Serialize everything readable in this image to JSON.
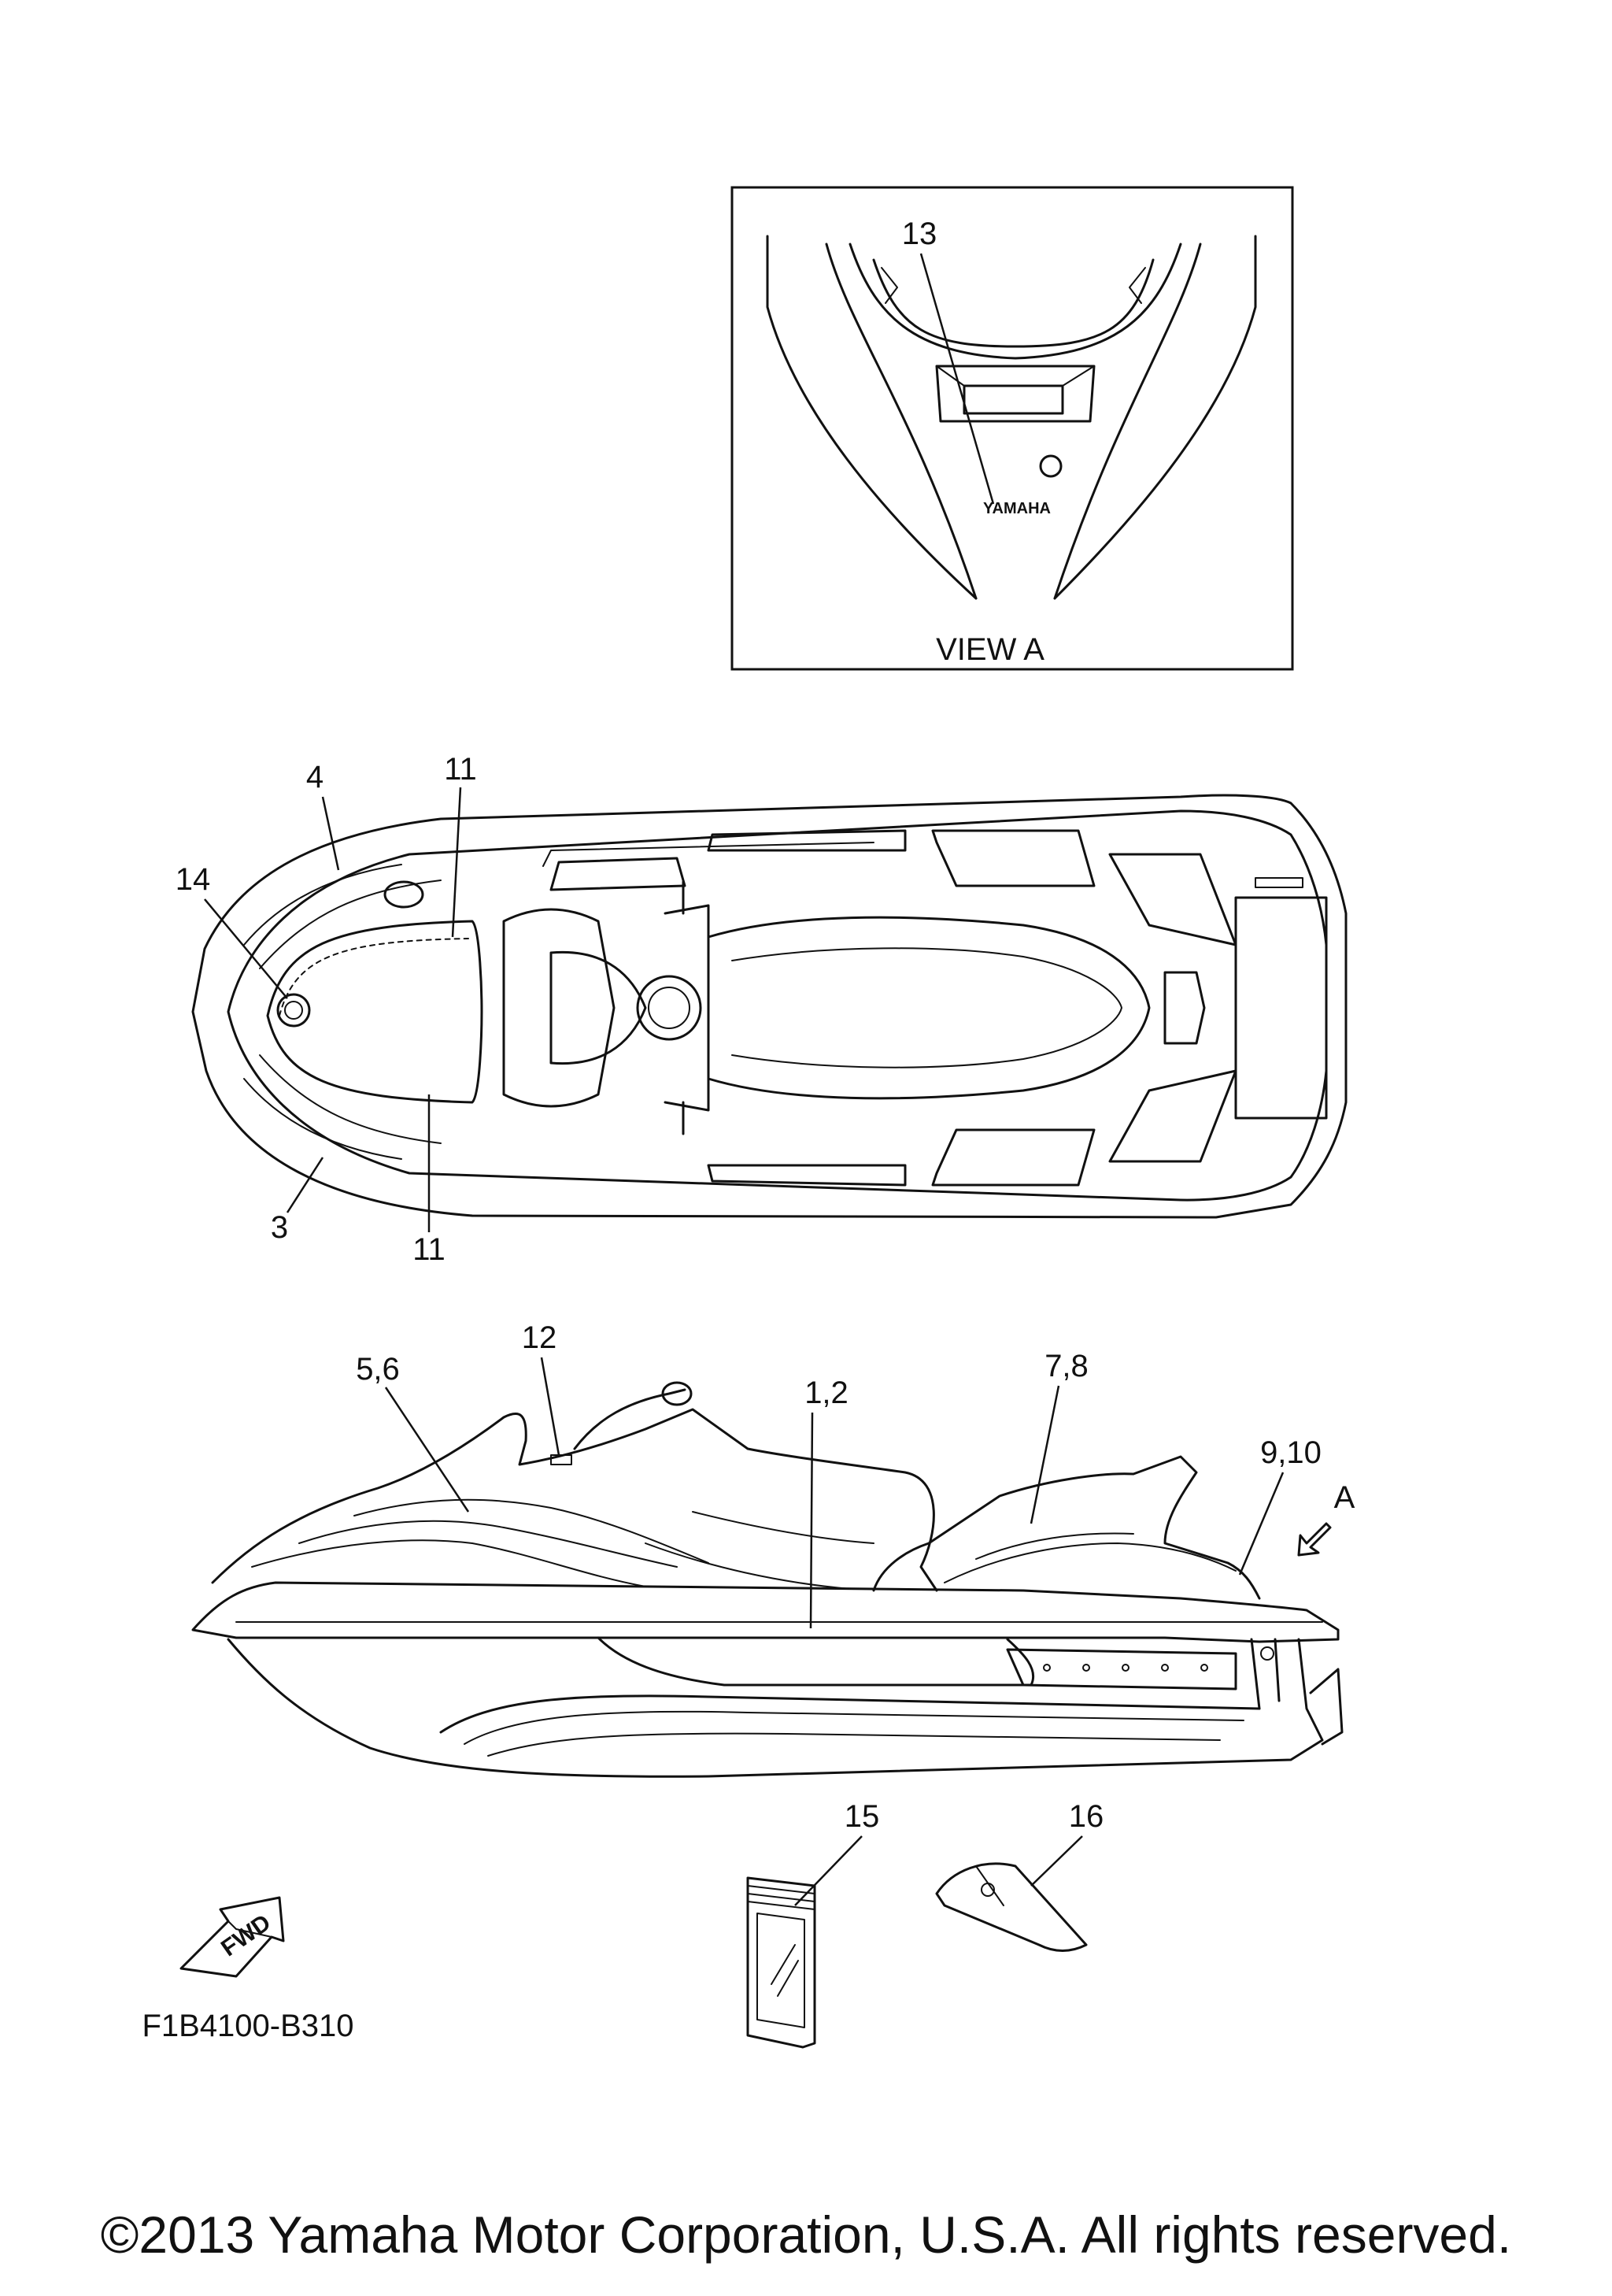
{
  "view_a": {
    "title": "VIEW A",
    "callout": "13",
    "logo_text": "YAMAHA"
  },
  "top_view": {
    "callouts": {
      "c4": "4",
      "c11_top": "11",
      "c14": "14",
      "c3": "3",
      "c11_bottom": "11"
    }
  },
  "side_view": {
    "callouts": {
      "c12": "12",
      "c56": "5,6",
      "c12_mid": "1,2",
      "c78": "7,8",
      "c910": "9,10",
      "cA": "A"
    }
  },
  "accessories": {
    "c15": "15",
    "c16": "16"
  },
  "fwd_arrow": {
    "label": "FWD"
  },
  "diagram_code": "F1B4100-B310",
  "copyright": "©2013 Yamaha Motor Corporation, U.S.A. All rights reserved."
}
